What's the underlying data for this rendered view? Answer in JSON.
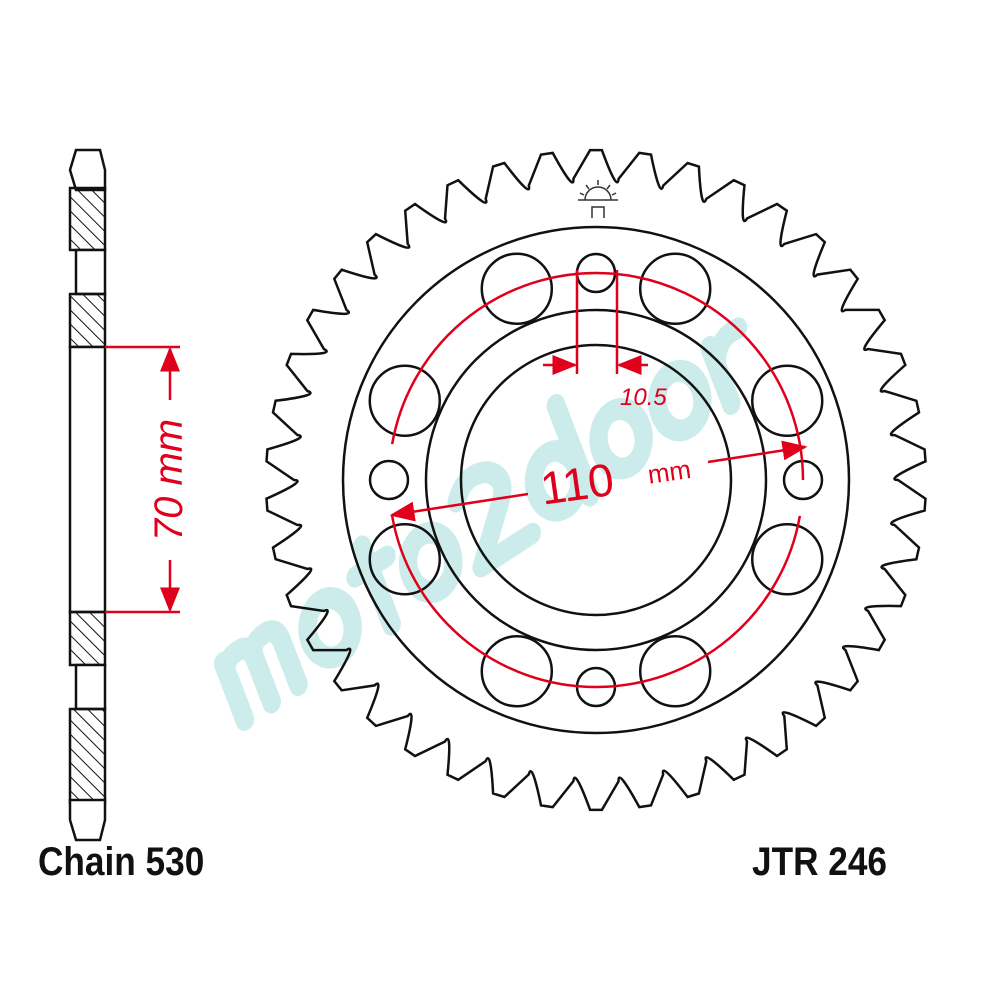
{
  "labels": {
    "chain": "Chain 530",
    "part_number": "JTR 246"
  },
  "dimensions": {
    "bore": "70 mm",
    "pcd_value": "110",
    "pcd_unit": "mm",
    "bolt_hole": "10.5"
  },
  "watermark": "moto2door",
  "colors": {
    "line": "#111111",
    "dimension": "#e0001b",
    "watermark": "#bfe8e6"
  },
  "icons": [
    "sun-logo-icon"
  ]
}
